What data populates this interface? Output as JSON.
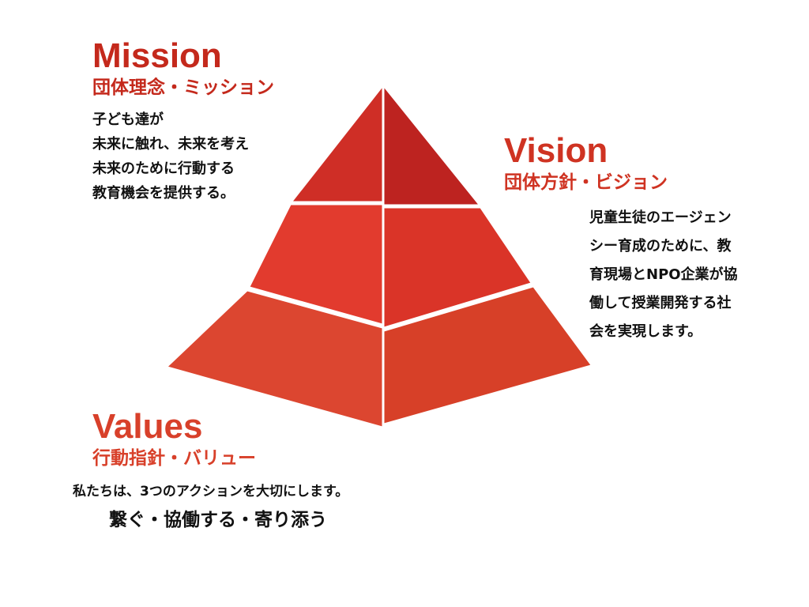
{
  "mission": {
    "title": "Mission",
    "subtitle": "団体理念・ミッション",
    "lines": [
      "子ども達が",
      "未来に触れ、未来を考え",
      "未来のために行動する",
      "教育機会を提供する。"
    ],
    "color": "#c4291c"
  },
  "vision": {
    "title": "Vision",
    "subtitle": "団体方針・ビジョン",
    "lines": [
      "児童生徒のエージェン",
      "シー育成のために、教",
      "育現場とNPO企業が協",
      "働して授業開発する社",
      "会を実現します。"
    ],
    "color": "#cf3322"
  },
  "values": {
    "title": "Values",
    "subtitle": "行動指針・バリュー",
    "intro": "私たちは、3つのアクションを大切にします。",
    "actions": "繋ぐ・協働する・寄り添う",
    "color": "#d8402a"
  },
  "pyramid": {
    "tier_colors": {
      "top": {
        "left": "#cf2e26",
        "right": "#bd2320"
      },
      "middle": {
        "left": "#e23b2e",
        "right": "#da3428"
      },
      "bottom": {
        "left": "#dc4630",
        "right": "#d74028"
      }
    },
    "divider_color": "#ffffff"
  }
}
